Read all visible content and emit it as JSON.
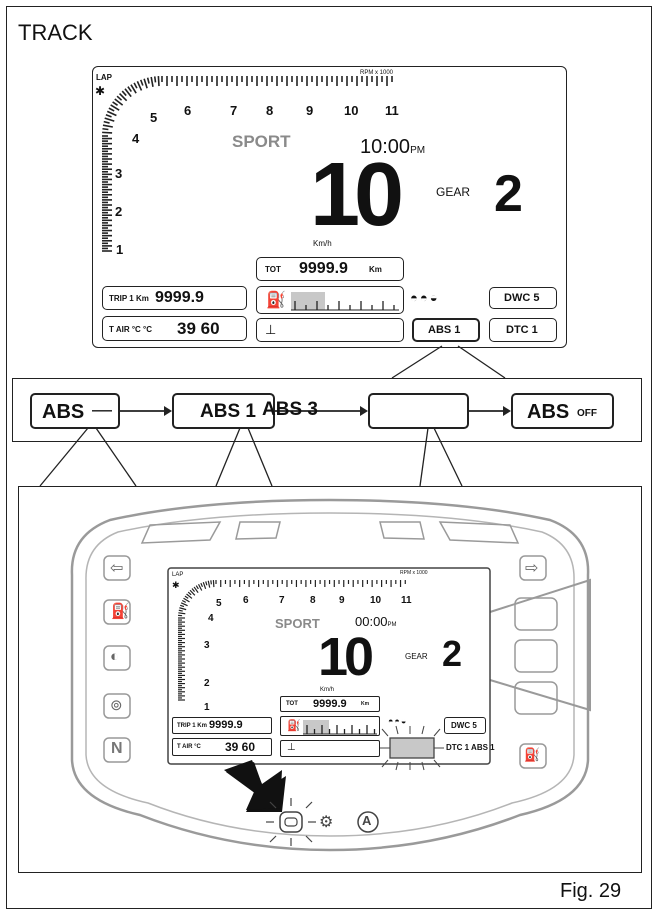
{
  "heading": "TRACK",
  "figure_label": "Fig. 29",
  "top_display": {
    "lap": "LAP",
    "rpm_unit": "RPM x 1000",
    "rpm_ticks": [
      "1",
      "2",
      "3",
      "4",
      "5",
      "6",
      "7",
      "8",
      "9",
      "10",
      "11"
    ],
    "mode": "SPORT",
    "time": "10:00",
    "time_suffix": "PM",
    "speed": "10",
    "speed_unit": "Km/h",
    "gear_label": "GEAR",
    "gear_value": "2",
    "tot_label": "TOT",
    "tot_value": "9999.9",
    "tot_unit": "Km",
    "trip_label": "TRIP 1 Km",
    "trip_value": "9999.9",
    "tair_label": "T AIR °C °C",
    "tair_value": "39 60",
    "dwc": "DWC 5",
    "abs": "ABS 1",
    "dtc": "DTC 1"
  },
  "sequence": {
    "step1_main": "ABS",
    "step1_sub": "—",
    "step2": "ABS 1",
    "step2_overlay": "ABS 3",
    "step3": "",
    "step4_main": "ABS",
    "step4_sub": "OFF"
  },
  "bottom_display": {
    "lap": "LAP",
    "rpm_unit": "RPM x 1000",
    "rpm_ticks": [
      "1",
      "2",
      "3",
      "4",
      "5",
      "6",
      "7",
      "8",
      "9",
      "10",
      "11"
    ],
    "mode": "SPORT",
    "time": "00:00",
    "time_suffix": "PM",
    "speed": "10",
    "speed_unit": "Km/h",
    "gear_label": "GEAR",
    "gear_value": "2",
    "tot_label": "TOT",
    "tot_value": "9999.9",
    "tot_unit": "Km",
    "trip_label": "TRIP 1 Km",
    "trip_value": "9999.9",
    "tair_label": "T AIR °C",
    "tair_value": "39 60",
    "dwc": "DWC 5",
    "dtc_abs": "DTC 1 ABS 1",
    "side_n": "N"
  }
}
